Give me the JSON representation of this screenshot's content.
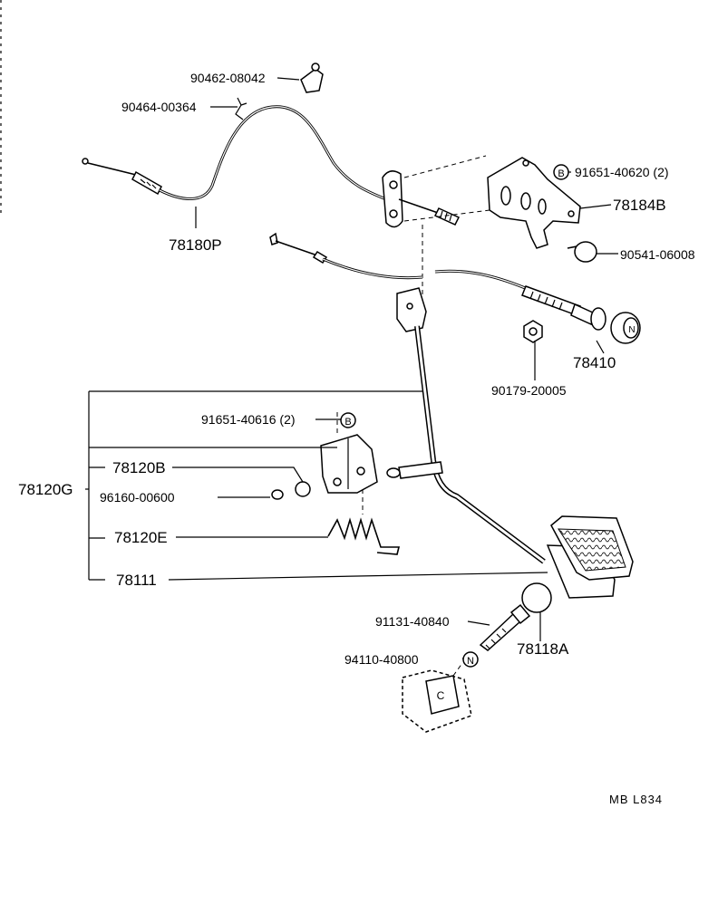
{
  "callouts": {
    "p90462": "90462-08042",
    "p90464": "90464-00364",
    "p78180P": "78180P",
    "p91651_40620": "91651-40620 (2)",
    "p78184B": "78184B",
    "p90541": "90541-06008",
    "p78410": "78410",
    "p90179": "90179-20005",
    "p91651_40616": "91651-40616 (2)",
    "p78120B": "78120B",
    "p78120G": "78120G",
    "p96160": "96160-00600",
    "p78120E": "78120E",
    "p78111": "78111",
    "p91131": "91131-40840",
    "p78118A": "78118A",
    "p94110": "94110-40800"
  },
  "markers": {
    "b1": "B",
    "b2": "B",
    "n1": "N",
    "n_knob": "N",
    "c_block": "C"
  },
  "footer": {
    "code": "MB  L834"
  }
}
